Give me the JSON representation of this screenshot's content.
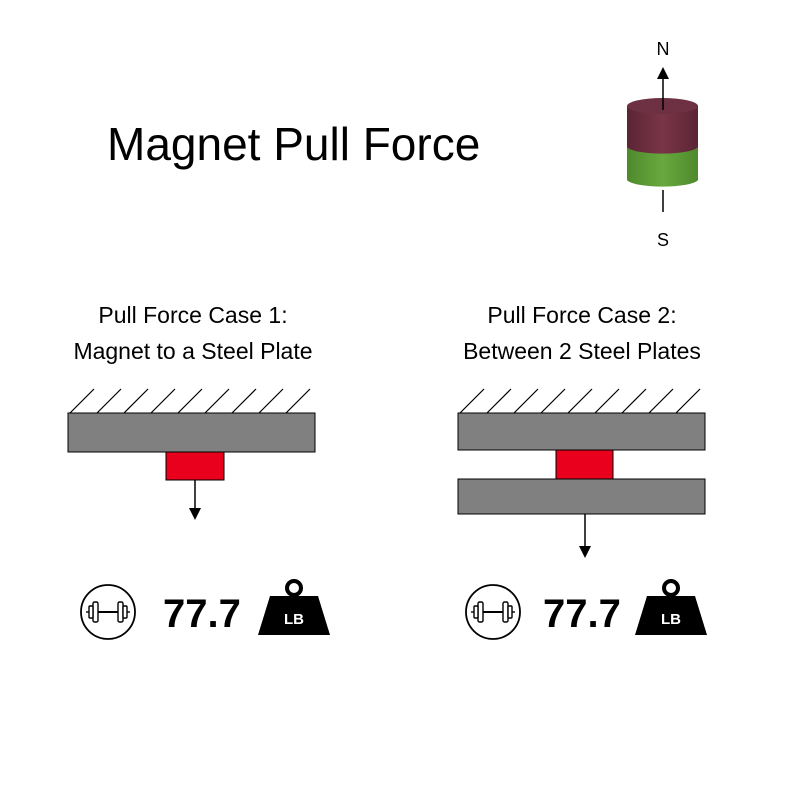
{
  "title": "Magnet Pull Force",
  "magnet": {
    "north_label": "N",
    "south_label": "S",
    "north_color": "#6b2e40",
    "south_color": "#5a9a35"
  },
  "cases": [
    {
      "title_line1": "Pull Force Case 1:",
      "title_line2": "Magnet to a Steel Plate",
      "value": "77.7",
      "unit": "LB"
    },
    {
      "title_line1": "Pull Force Case 2:",
      "title_line2": "Between 2 Steel Plates",
      "value": "77.7",
      "unit": "LB"
    }
  ],
  "colors": {
    "plate": "#808080",
    "magnet_block": "#e8001c"
  }
}
